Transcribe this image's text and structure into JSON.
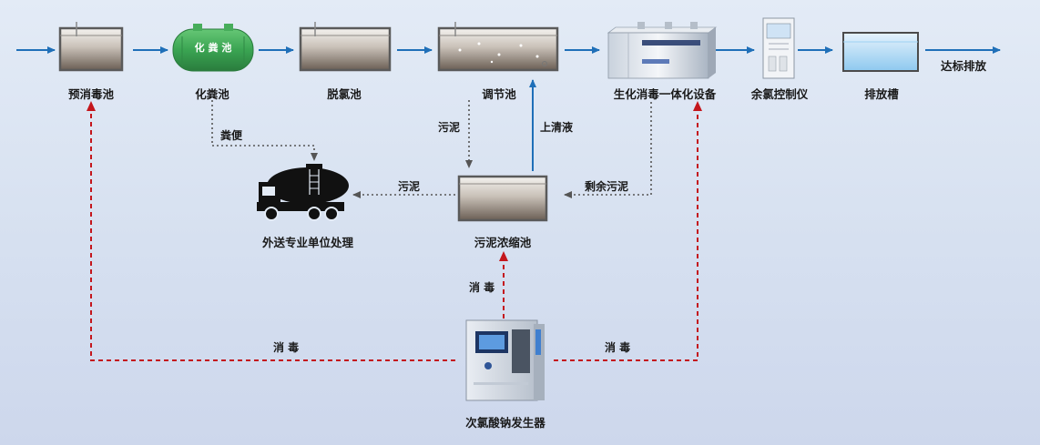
{
  "nodes": {
    "pre_disinfection": "预消毒池",
    "septic": "化粪池",
    "septic_tank_text": "化 粪 池",
    "dechlorination": "脱氯池",
    "equalization": "调节池",
    "biochemical": "生化消毒一体化设备",
    "residual_chlorine": "余氯控制仪",
    "discharge_tank": "排放槽",
    "compliant_discharge": "达标排放",
    "sludge_thickener": "污泥浓缩池",
    "external_disposal": "外送专业单位处理",
    "hypochlorite_generator": "次氯酸钠发生器"
  },
  "edges": {
    "feces": "粪便",
    "sludge_down": "污泥",
    "supernatant": "上清液",
    "sludge_out": "污泥",
    "residual_sludge": "剩余污泥",
    "disinfect_up": "消 毒",
    "disinfect_left": "消 毒",
    "disinfect_right": "消 毒"
  },
  "colors": {
    "main_flow": "#1f6fb8",
    "sludge_flow": "#666666",
    "disinfect_flow": "#c4161c"
  }
}
